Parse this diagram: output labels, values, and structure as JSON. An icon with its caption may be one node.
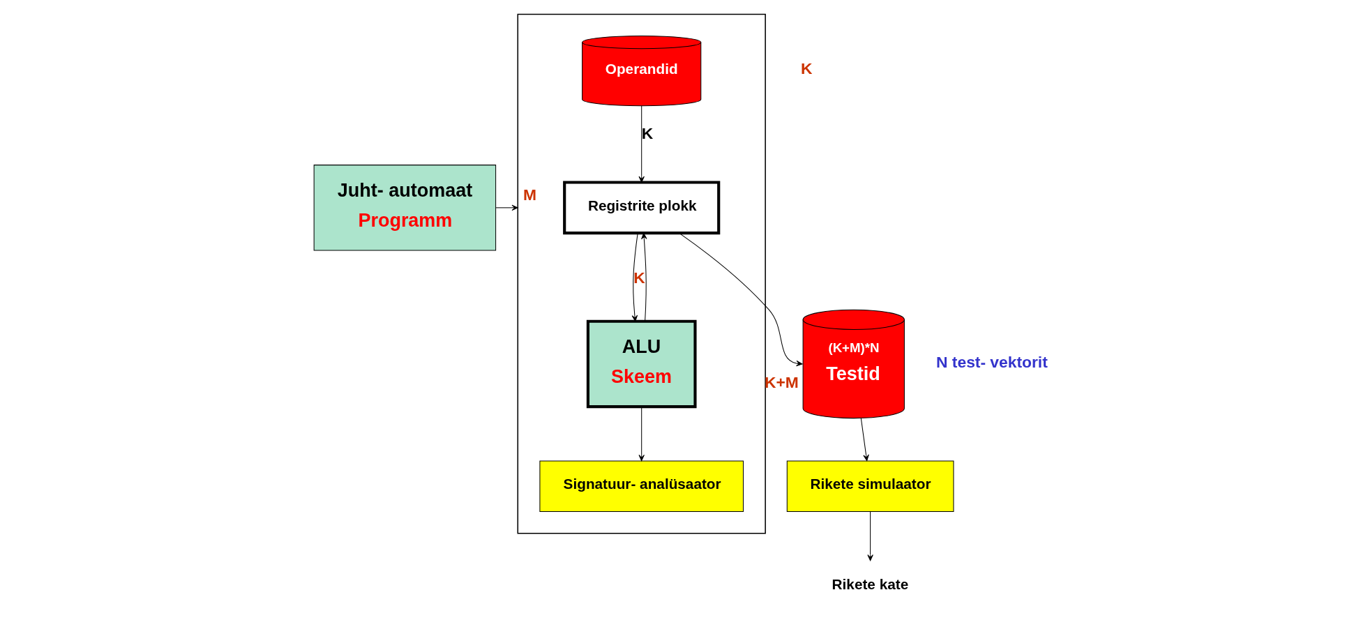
{
  "diagram": {
    "nodes": [
      {
        "text": [
          "Juht- automaat",
          "Programm"
        ]
      },
      {
        "text": [],
        "shape": "box"
      },
      {
        "text": [
          "Registrite plokk"
        ],
        "in": 1
      },
      {
        "text": [
          "ALU",
          "Skeem"
        ],
        "in": 1
      },
      {
        "text": [
          "Operandid"
        ],
        "in": 1
      },
      {
        "text": [
          "Signatuur- analüsaator"
        ],
        "in": 1
      },
      {
        "text": [
          "(K+M)*N",
          "Testid"
        ],
        "beside": [
          "N test- vektorit"
        ]
      },
      {
        "text": [
          "Rikete simulaator"
        ]
      },
      {
        "text": [
          "Rikete kate"
        ]
      }
    ],
    "edges": [
      {
        "from": 0,
        "to": 1,
        "arrow": "to",
        "label": "M"
      },
      {
        "from": 4,
        "to": 2,
        "arrow": "to",
        "label": "K"
      },
      {
        "from": 2,
        "to": 3,
        "arrow": "to",
        "label": "K"
      },
      {
        "from": 2,
        "to": 6,
        "arrow": "to",
        "label": "K+M"
      },
      {
        "from": 3,
        "to": 2,
        "arrow": "to"
      },
      {
        "from": 3,
        "to": 5,
        "arrow": "to"
      },
      {
        "from": 6,
        "to": 7,
        "arrow": "to"
      },
      {
        "from": 7,
        "to": 8,
        "arrow": "to"
      }
    ],
    "labels": [
      "K"
    ]
  }
}
